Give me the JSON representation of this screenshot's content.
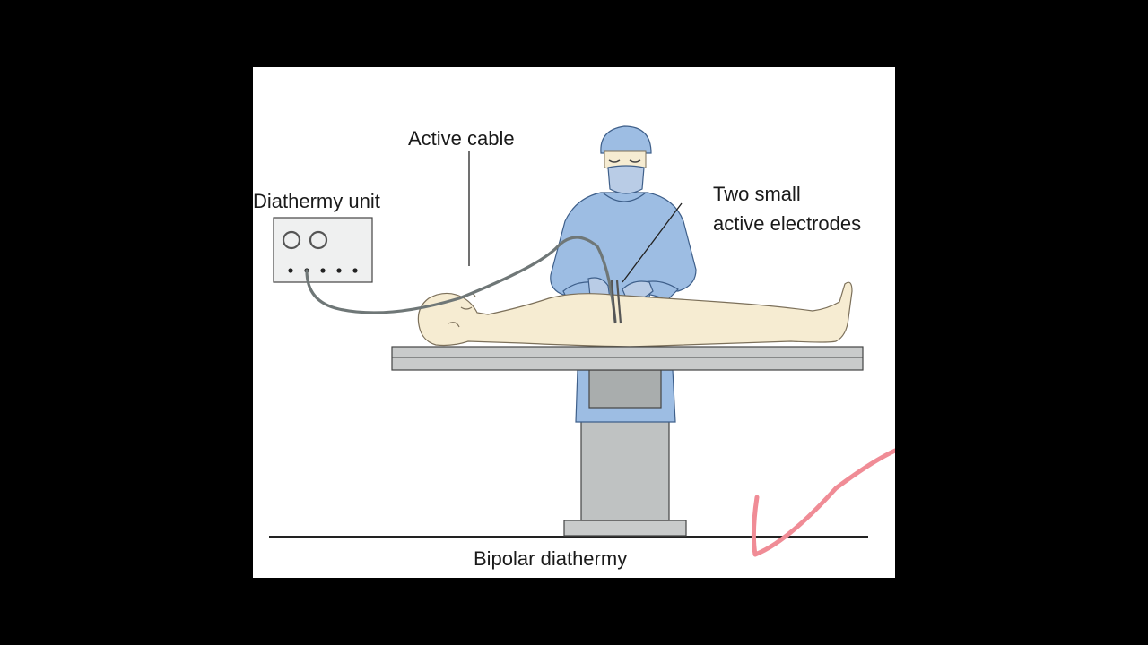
{
  "labels": {
    "active_cable": "Active cable",
    "diathermy_unit": "Diathermy unit",
    "electrodes_line1": "Two small",
    "electrodes_line2": "active electrodes",
    "caption": "Bipolar diathermy"
  },
  "colors": {
    "background": "#000000",
    "panel": "#ffffff",
    "gown": "#9dbde3",
    "gown_outline": "#3e5f8a",
    "skin": "#f6ecd2",
    "skin_outline": "#7c705a",
    "table": "#c9cbcb",
    "pedestal": "#bfc2c2",
    "cable": "#6f7777",
    "check_mark": "#f08c96"
  },
  "icons": {
    "check_mark": "check-mark-icon"
  }
}
